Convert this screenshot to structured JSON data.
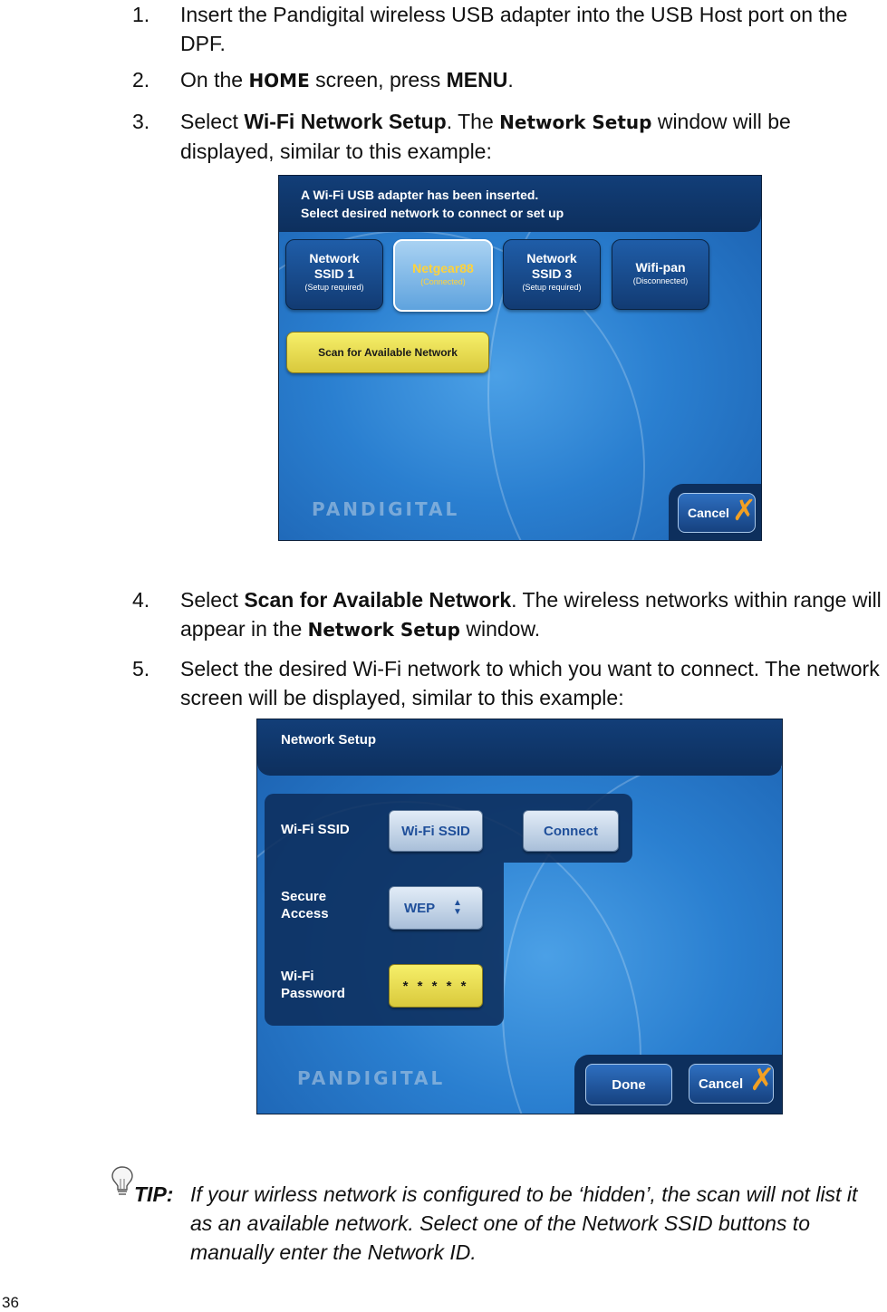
{
  "steps": [
    {
      "num": "1.",
      "text": "Insert the Pandigital wireless USB adapter into the USB Host port on the DPF."
    },
    {
      "num": "2.",
      "pre": "On the ",
      "home": "HOME",
      "mid": " screen, press ",
      "menu": "MENU",
      "post": "."
    },
    {
      "num": "3.",
      "pre": "Select ",
      "wifi": "Wi-Fi Network Setup",
      "mid": ". The ",
      "netsetup": "Network Setup",
      "post": " window will be displayed, similar to this example:"
    },
    {
      "num": "4.",
      "pre": "Select ",
      "scan": "Scan for Available Network",
      "mid": ". The wireless networks within range will appear in the ",
      "netsetup": "Network Setup",
      "post": " window."
    },
    {
      "num": "5.",
      "text": "Select the desired Wi-Fi network to which you want to connect. The network screen will be displayed, similar to this example:"
    }
  ],
  "screen1": {
    "header_line1": "A Wi-Fi USB adapter has been inserted.",
    "header_line2": "Select desired network to connect or set up",
    "networks": [
      {
        "line1": "Network",
        "line2": "SSID 1",
        "status": "(Setup required)"
      },
      {
        "line1": "Netgear88",
        "status": "(Connected)"
      },
      {
        "line1": "Network",
        "line2": "SSID 3",
        "status": "(Setup required)"
      },
      {
        "line1": "Wifi-pan",
        "status": "(Disconnected)"
      }
    ],
    "scan_button": "Scan for Available Network",
    "logo": "PANDIGITAL",
    "cancel": "Cancel"
  },
  "screen2": {
    "title": "Network Setup",
    "wifi_ssid_label": "Wi-Fi SSID",
    "wifi_ssid_button": "Wi-Fi SSID",
    "connect_button": "Connect",
    "secure_label_1": "Secure",
    "secure_label_2": "Access",
    "wep_button": "WEP",
    "password_label_1": "Wi-Fi",
    "password_label_2": "Password",
    "password_value": "* * * * *",
    "logo": "PANDIGITAL",
    "done": "Done",
    "cancel": "Cancel"
  },
  "tip": {
    "label": "TIP:",
    "text": "If your wirless network is configured to be ‘hidden’, the scan will not list it as an available network. Select one of the Network SSID buttons to manually enter the Network ID."
  },
  "page_number": "36"
}
